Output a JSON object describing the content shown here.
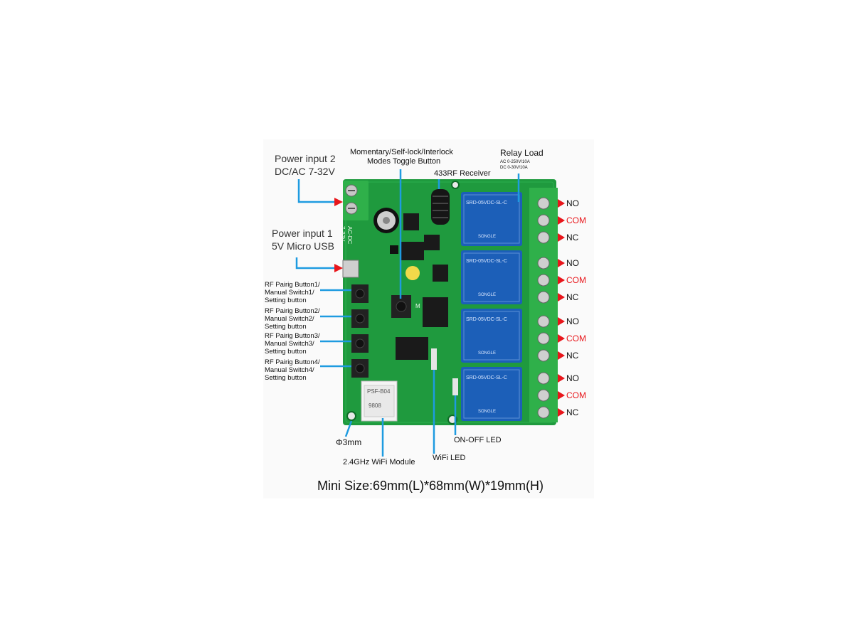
{
  "labels": {
    "power_input_2_line1": "Power input 2",
    "power_input_2_line2": "DC/AC 7-32V",
    "power_input_1_line1": "Power input 1",
    "power_input_1_line2": "5V Micro USB",
    "mode_button_line1": "Momentary/Self-lock/Interlock",
    "mode_button_line2": "Modes Toggle Button",
    "rf_receiver": "433RF Receiver",
    "relay_load": "Relay Load",
    "relay_load_ac": "AC 0-250V/10A",
    "relay_load_dc": "DC 0-30V/10A",
    "rf_buttons": [
      {
        "line1": "RF Pairig Button1/",
        "line2": "Manual Switch1/",
        "line3": "Setting button"
      },
      {
        "line1": "RF Pairig Button2/",
        "line2": "Manual Switch2/",
        "line3": "Setting button"
      },
      {
        "line1": "RF Pairig Button3/",
        "line2": "Manual Switch3/",
        "line3": "Setting button"
      },
      {
        "line1": "RF Pairig Button4/",
        "line2": "Manual Switch4/",
        "line3": "Setting button"
      }
    ],
    "hole_size": "Φ3mm",
    "wifi_module": "2.4GHz WiFi Module",
    "wifi_led": "WiFi LED",
    "on_off_led": "ON-OFF LED",
    "terminals": [
      {
        "no": "NO",
        "com": "COM",
        "nc": "NC"
      },
      {
        "no": "NO",
        "com": "COM",
        "nc": "NC"
      },
      {
        "no": "NO",
        "com": "COM",
        "nc": "NC"
      },
      {
        "no": "NO",
        "com": "COM",
        "nc": "NC"
      }
    ],
    "size_caption": "Mini Size:69mm(L)*68mm(W)*19mm(H)"
  },
  "board": {
    "silkscreen_power": "AC-DC",
    "silkscreen_voltage": "7-32V",
    "silkscreen_m": "M",
    "module_text": [
      "PSF-B04",
      "9808"
    ],
    "relay_text": [
      "SRD-05VDC-SL-C",
      "SONGLE"
    ]
  },
  "colors": {
    "pcb": "#1f9a3e",
    "relay": "#1c5fb8",
    "terminal": "#2fb04a",
    "callout_line": "#1e9be0",
    "arrow": "#e8161b"
  }
}
